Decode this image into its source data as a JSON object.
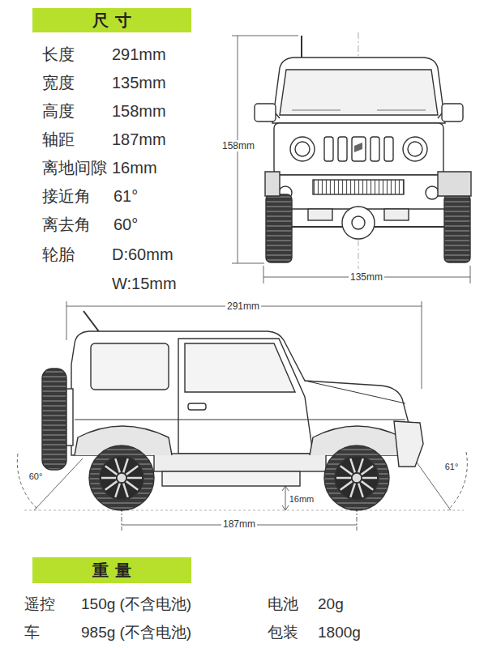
{
  "diagram": {
    "nodes": [
      {
        "text": [
          "尺寸"
        ]
      },
      {
        "text": [
          "重量"
        ]
      }
    ],
    "labels": [
      "长度",
      "291mm",
      "宽度",
      "135mm",
      "高度",
      "158mm",
      "轴距",
      "187mm",
      "离地间隙",
      "16mm",
      "接近角",
      "61°",
      "离去角",
      "60°",
      "轮胎",
      "D:60mm",
      "W:15mm",
      "158mm",
      "135mm",
      "291mm",
      "60°",
      "16mm",
      "187mm",
      "61°",
      "遥控",
      "150g (不含电池)",
      "电池",
      "20g",
      "车",
      "985g (不含电池)",
      "包装",
      "1800g"
    ]
  }
}
